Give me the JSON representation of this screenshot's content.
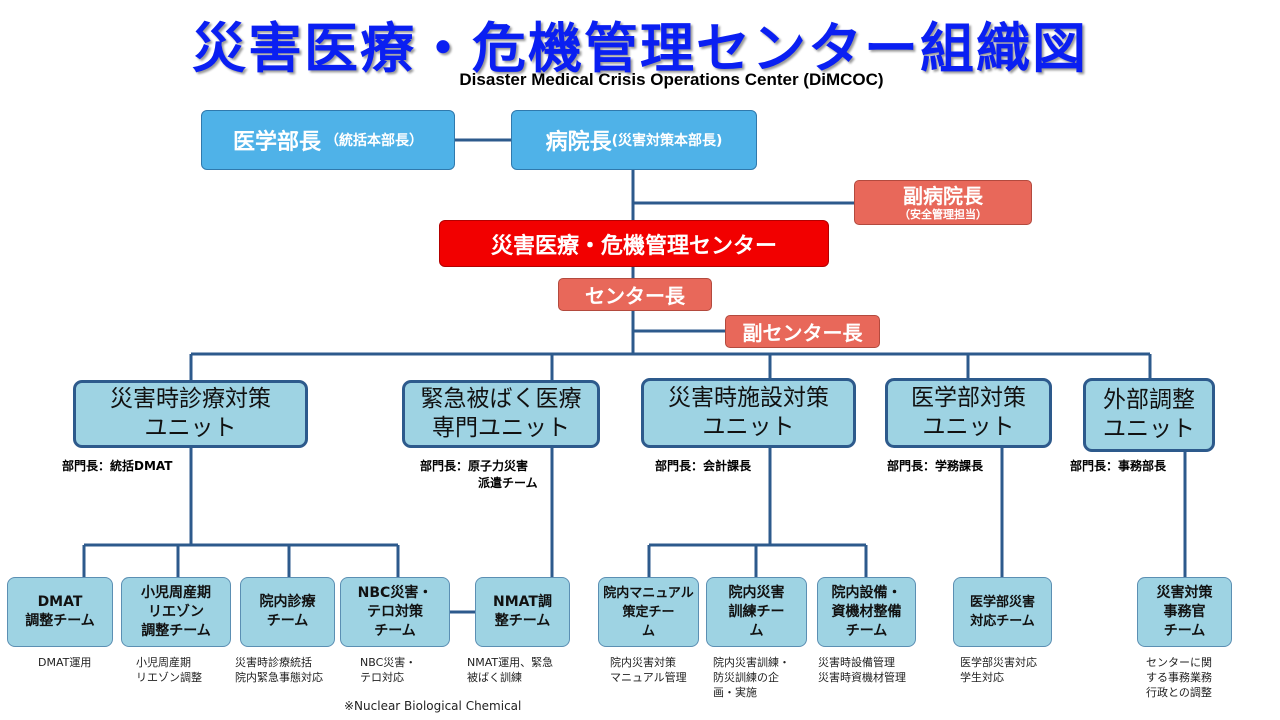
{
  "title": "災害医療・危機管理センター組織図",
  "subtitle": "Disaster Medical Crisis Operations Center (DiMCOC)",
  "top": {
    "dean": {
      "main": "医学部長",
      "sub": "（統括本部長）"
    },
    "director": {
      "main": "病院長",
      "sub": "(災害対策本部長)"
    },
    "vice_director": {
      "main": "副病院長",
      "sub": "（安全管理担当）"
    },
    "center": "災害医療・危機管理センター",
    "center_head": "センター長",
    "vice_center_head": "副センター長"
  },
  "units": [
    {
      "line1": "災害時診療対策",
      "line2": "ユニット",
      "head": [
        "部門長：統括DMAT"
      ]
    },
    {
      "line1": "緊急被ばく医療",
      "line2": "専門ユニット",
      "head": [
        "部門長：原子力災害",
        "派遣チーム"
      ]
    },
    {
      "line1": "災害時施設対策",
      "line2": "ユニット",
      "head": [
        "部門長：会計課長"
      ]
    },
    {
      "line1": "医学部対策",
      "line2": "ユニット",
      "head": [
        "部門長：学務課長"
      ]
    },
    {
      "line1": "外部調整",
      "line2": "ユニット",
      "head": [
        "部門長：事務部長"
      ]
    }
  ],
  "teams": [
    {
      "lines": [
        "DMAT",
        "調整チーム"
      ],
      "desc": [
        "DMAT運用"
      ]
    },
    {
      "lines": [
        "小児周産期",
        "リエゾン",
        "調整チーム"
      ],
      "desc": [
        "小児周産期",
        "リエゾン調整"
      ]
    },
    {
      "lines": [
        "院内診療",
        "チーム"
      ],
      "desc": [
        "災害時診療統括",
        "院内緊急事態対応"
      ]
    },
    {
      "lines": [
        "NBC災害・",
        "テロ対策",
        "チーム"
      ],
      "desc": [
        "NBC災害・",
        "テロ対応"
      ]
    },
    {
      "lines": [
        "NMAT調",
        "整チーム"
      ],
      "desc": [
        "NMAT運用、緊急",
        "被ばく訓練"
      ]
    },
    {
      "lines": [
        "院内マニュアル",
        "策定チー",
        "ム"
      ],
      "desc": [
        "院内災害対策",
        "マニュアル管理"
      ]
    },
    {
      "lines": [
        "院内災害",
        "訓練チー",
        "ム"
      ],
      "desc": [
        "院内災害訓練・",
        "防災訓練の企",
        "画・実施"
      ]
    },
    {
      "lines": [
        "院内設備・",
        "資機材整備",
        "チーム"
      ],
      "desc": [
        "災害時設備管理",
        "災害時資機材管理"
      ]
    },
    {
      "lines": [
        "医学部災害",
        "対応チーム"
      ],
      "desc": [
        "医学部災害対応",
        "学生対応"
      ]
    },
    {
      "lines": [
        "災害対策",
        "事務官",
        "チーム"
      ],
      "desc": [
        "センターに関",
        "する事務業務",
        "行政との調整"
      ]
    }
  ],
  "footnote": "※Nuclear Biological Chemical",
  "colors": {
    "title": "#0a1ff2",
    "blue_box": "#4fb2e8",
    "salmon_box": "#e8685a",
    "red_box": "#f20000",
    "unit_box": "#9ed3e3",
    "line": "#2d5a8c"
  }
}
